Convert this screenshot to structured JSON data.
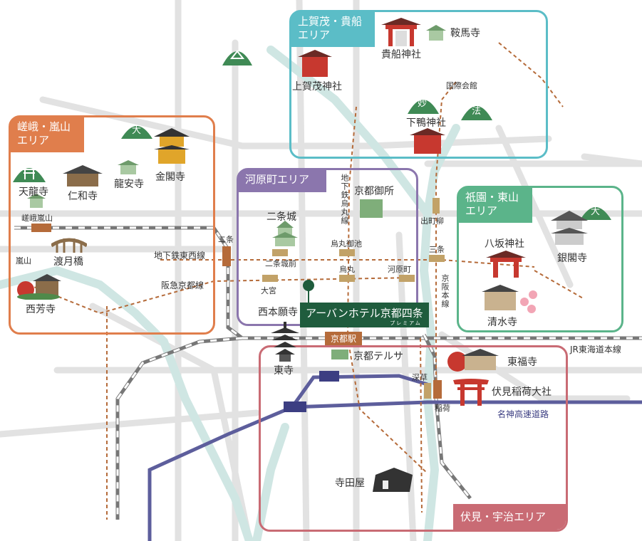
{
  "areas": {
    "kamigamo": {
      "label": "上賀茂・貴船\nエリア",
      "color": "#5bbdc7"
    },
    "sagano": {
      "label": "嵯峨・嵐山\nエリア",
      "color": "#e07e4c"
    },
    "kawaramachi": {
      "label": "河原町エリア",
      "color": "#8b76ad"
    },
    "gion": {
      "label": "祇園・東山\nエリア",
      "color": "#5bb48a"
    },
    "fushimi": {
      "label": "伏見・宇治エリア",
      "color": "#c96b74"
    }
  },
  "places": {
    "kifune": "貴船神社",
    "kurama": "鞍馬寺",
    "kamigamo": "上賀茂神社",
    "kokusai": "国際会館",
    "shimogamo": "下鴨神社",
    "myo": "妙",
    "ho": "法",
    "dai_west": "大",
    "dai_east": "大",
    "kinkaku": "金閣寺",
    "tenryu": "天龍寺",
    "ninna": "仁和寺",
    "ryoan": "龍安寺",
    "togetsu": "渡月橋",
    "saiho": "西芳寺",
    "nijo_castle": "二条城",
    "gosho": "京都御所",
    "nishihongan": "西本願寺",
    "yasaka": "八坂神社",
    "ginkaku": "銀閣寺",
    "kiyomizu": "清水寺",
    "toji": "東寺",
    "terusa": "京都テルサ",
    "tofuku": "東福寺",
    "fushimi_inari": "伏見稲荷大社",
    "teradaya": "寺田屋"
  },
  "stations": {
    "saga": "嵯峨嵐山",
    "arashiyama": "嵐山",
    "nijo": "二条",
    "nijojomae": "二条城前",
    "karasuma_oike": "烏丸御池",
    "karasuma": "烏丸",
    "kawaramachi": "河原町",
    "omiya": "大宮",
    "sanjo": "三条",
    "demachi": "出町柳",
    "kyoto": "京都駅",
    "fukakusa": "深草",
    "inari": "稲荷"
  },
  "lines": {
    "tozai": "地下鉄東西線",
    "hankyu": "阪急京都線",
    "karasuma_line": "地下鉄烏丸線",
    "keihan": "京阪本線",
    "jr": "JR東海道本線",
    "meishin": "名神高速道路"
  },
  "hotel": {
    "name": "アーバンホテル京都四条",
    "sub": "プレミアム"
  }
}
